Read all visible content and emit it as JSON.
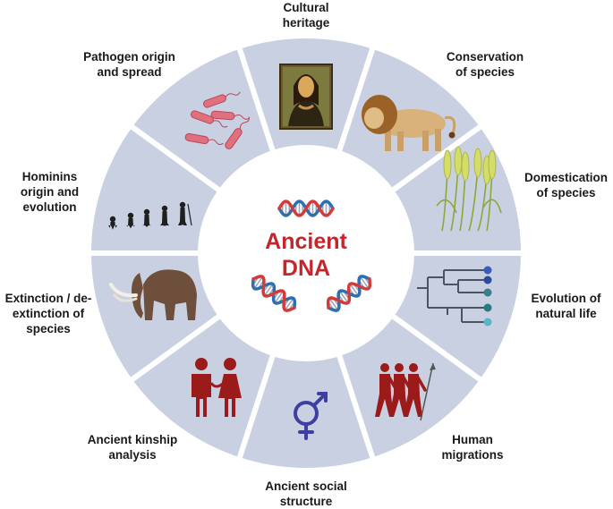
{
  "center": {
    "line1": "Ancient",
    "line2": "DNA"
  },
  "segments": [
    {
      "id": "cultural-heritage",
      "line1": "Cultural",
      "line2": "heritage",
      "icon": "painting-portrait-icon"
    },
    {
      "id": "conservation",
      "line1": "Conservation",
      "line2": "of species",
      "icon": "lion-icon"
    },
    {
      "id": "domestication",
      "line1": "Domestication",
      "line2": "of species",
      "icon": "wheat-icon"
    },
    {
      "id": "evolution-natural-life",
      "line1": "Evolution of",
      "line2": "natural life",
      "icon": "phylogenetic-tree-icon"
    },
    {
      "id": "human-migrations",
      "line1": "Human",
      "line2": "migrations",
      "icon": "walking-humans-icon"
    },
    {
      "id": "social-structure",
      "line1": "Ancient social",
      "line2": "structure",
      "icon": "gender-symbol-icon"
    },
    {
      "id": "kinship",
      "line1": "Ancient kinship",
      "line2": "analysis",
      "icon": "couple-icon"
    },
    {
      "id": "extinction",
      "line1": "Extinction / de-",
      "line2": "extinction of",
      "line3": "species",
      "icon": "mammoth-icon"
    },
    {
      "id": "hominins",
      "line1": "Hominins",
      "line2": "origin and",
      "line3": "evolution",
      "icon": "human-evolution-icon"
    },
    {
      "id": "pathogen",
      "line1": "Pathogen origin",
      "line2": "and spread",
      "icon": "bacteria-icon"
    }
  ],
  "colors": {
    "segment_fill": "#c9d0e2",
    "separator": "#ffffff",
    "title": "#c4262e",
    "dna_blue": "#2d6fb3",
    "dna_red": "#d23b3b",
    "figure_red": "#9b1b1b",
    "gender_blue": "#3f3fa3"
  }
}
